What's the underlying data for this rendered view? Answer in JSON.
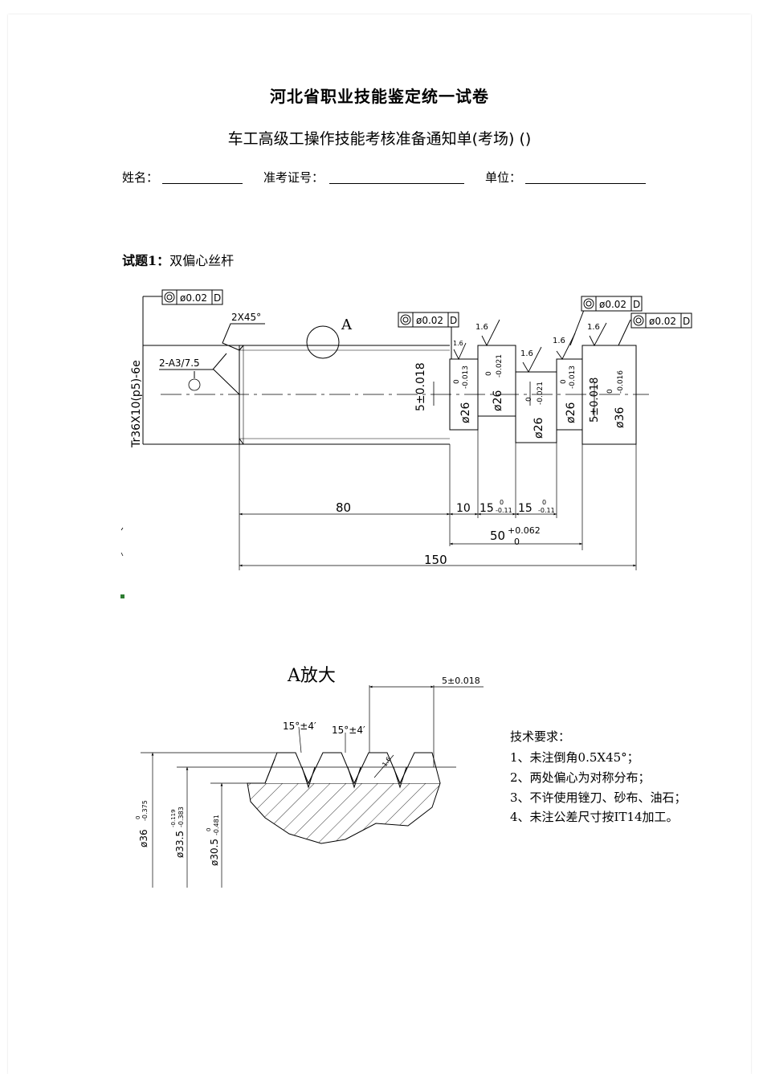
{
  "header": {
    "title": "河北省职业技能鉴定统一试卷",
    "subtitle": "车工高级工操作技能考核准备通知单(考场) ()"
  },
  "form": {
    "name_label": "姓名：",
    "exam_no_label": "准考证号：",
    "unit_label": "单位："
  },
  "question": {
    "prefix": "试题1：",
    "name": "双偏心丝杆"
  },
  "drawing": {
    "datum_label": "A",
    "tol_value": "ø0.02",
    "tol_datum": "D",
    "chamfer": "2X45°",
    "center_hole": "2-A3/7.5",
    "thread_spec": "Tr36X10(p5)-6e",
    "roughness": "1.6",
    "ecc_dim": "5±0.018",
    "d26_a": "ø26",
    "d26_a_tol_upper": "0",
    "d26_a_tol_lower": "-0.013",
    "d26_b": "ø26",
    "d26_b_tol_upper": "0",
    "d26_b_tol_lower": "-0.021",
    "d26_c": "ø26",
    "d26_c_tol_upper": "0",
    "d26_c_tol_lower": "-0.021",
    "d26_d": "ø26",
    "d26_d_tol_upper": "0",
    "d26_d_tol_lower": "-0.013",
    "d36": "ø36",
    "d36_tol_upper": "0",
    "d36_tol_lower": "-0.016",
    "len_80": "80",
    "len_10": "10",
    "len_15a": "15",
    "len_15b": "15",
    "len_15_tol_upper": "0",
    "len_15_tol_lower": "-0.11",
    "len_50": "50",
    "len_50_tol_upper": "+0.062",
    "len_50_tol_lower": "0",
    "len_150": "150"
  },
  "detail": {
    "title": "A放大",
    "dim_top": "5±0.018",
    "angle1": "15°±4′",
    "angle2": "15°±4′",
    "roughness": "1.6",
    "dia1": "ø36",
    "dia1_tol_upper": "0",
    "dia1_tol_lower": "-0.375",
    "dia2": "ø33.5",
    "dia2_tol_upper": "-0.119",
    "dia2_tol_lower": "-0.383",
    "dia3": "ø30.5",
    "dia3_tol_upper": "0",
    "dia3_tol_lower": "-0.481"
  },
  "requirements": {
    "title": "技术要求：",
    "items": [
      "1、未注倒角0.5X45°；",
      "2、两处偏心为对称分布；",
      "3、不许使用锉刀、砂布、油石；",
      "4、未注公差尺寸按IT14加工。"
    ]
  }
}
